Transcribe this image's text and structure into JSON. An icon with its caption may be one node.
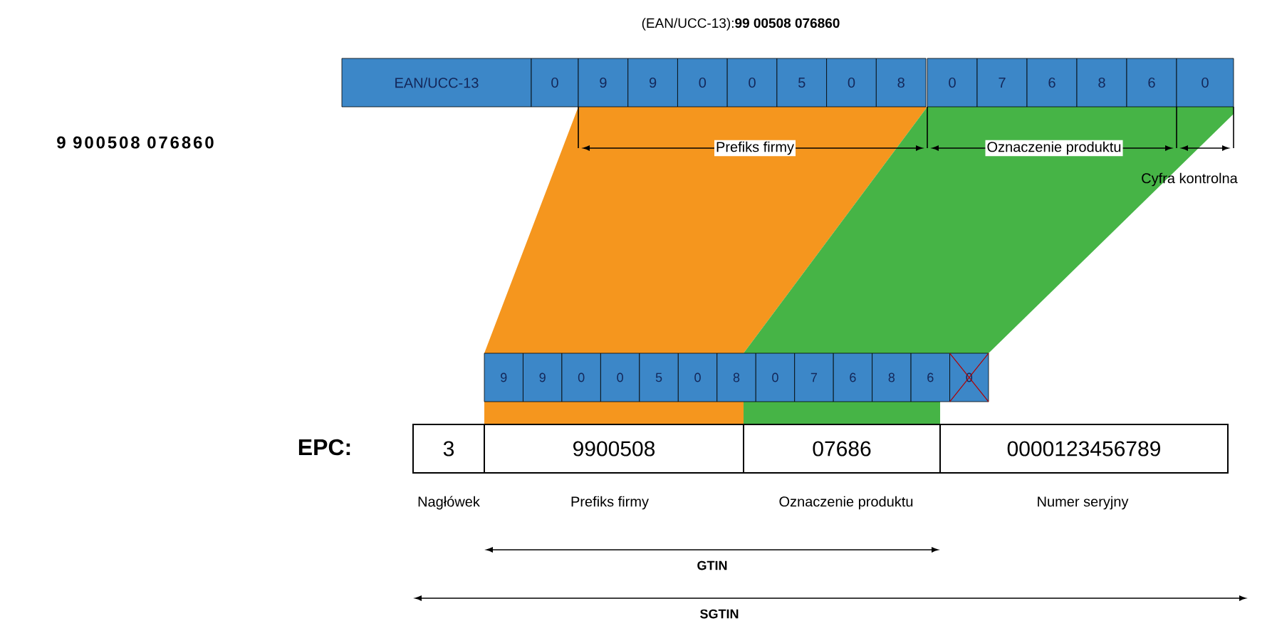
{
  "diagram": {
    "title": "(EAN/UCC-13):**99 00508 076860**",
    "nodes": [
      {
        "text": [
          "EAN/UCC-13"
        ]
      },
      {
        "text": [
          "0"
        ]
      },
      {
        "text": [
          "9"
        ]
      },
      {
        "text": [
          "9"
        ]
      },
      {
        "text": [
          "0"
        ]
      },
      {
        "text": [
          "0"
        ]
      },
      {
        "text": [
          "5"
        ]
      },
      {
        "text": [
          "0"
        ]
      },
      {
        "text": [
          "8"
        ]
      },
      {
        "text": [
          "0"
        ]
      },
      {
        "text": [
          "7"
        ]
      },
      {
        "text": [
          "6"
        ]
      },
      {
        "text": [
          "8"
        ]
      },
      {
        "text": [
          "6"
        ]
      },
      {
        "text": [
          "0"
        ]
      },
      {
        "text": [
          "9"
        ]
      },
      {
        "text": [
          "9"
        ]
      },
      {
        "text": [
          "0"
        ]
      },
      {
        "text": [
          "0"
        ]
      },
      {
        "text": [
          "5"
        ]
      },
      {
        "text": [
          "0"
        ]
      },
      {
        "text": [
          "8"
        ]
      },
      {
        "text": [
          "0"
        ]
      },
      {
        "text": [
          "7"
        ]
      },
      {
        "text": [
          "6"
        ]
      },
      {
        "text": [
          "8"
        ]
      },
      {
        "text": [
          "6"
        ]
      },
      {
        "text": [
          "0"
        ]
      },
      {
        "text": [
          "3"
        ]
      },
      {
        "text": [
          "9900508"
        ]
      },
      {
        "text": [
          "07686"
        ]
      },
      {
        "text": [
          "0000123456789"
        ]
      }
    ],
    "labels": [
      "9 900508 076860",
      "Prefiks firmy",
      "Oznaczenie produktu",
      "Cyfra kontrolna",
      "EPC:",
      "Nagłówek",
      "Prefiks firmy",
      "Oznaczenie produktu",
      "Numer seryjny",
      "GTIN",
      "SGTIN"
    ]
  }
}
